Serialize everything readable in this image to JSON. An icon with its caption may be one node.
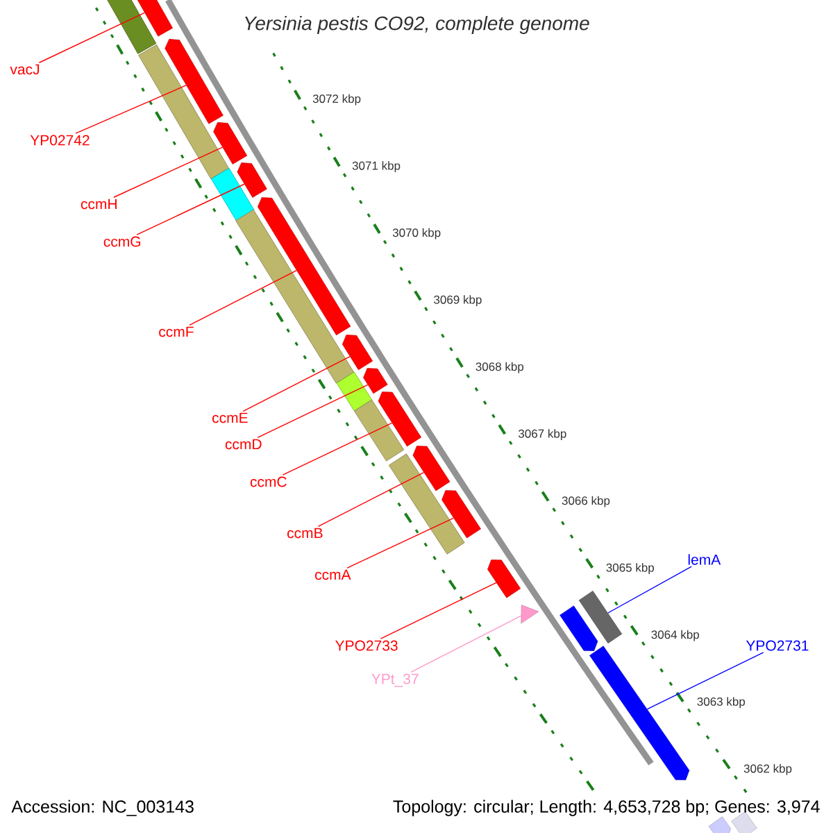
{
  "diagram": {
    "title": "Yersinia pestis CO92, complete genome",
    "nodes": [
      {
        "text": [
          "vacJ"
        ]
      },
      {
        "text": [
          "YP02742"
        ]
      },
      {
        "text": [
          "ccmH"
        ]
      },
      {
        "text": [
          "ccmG"
        ]
      },
      {
        "text": [
          "ccmF"
        ]
      },
      {
        "text": [
          "ccmE"
        ]
      },
      {
        "text": [
          "ccmD"
        ]
      },
      {
        "text": [
          "ccmC"
        ]
      },
      {
        "text": [
          "ccmB"
        ]
      },
      {
        "text": [
          "ccmA"
        ]
      },
      {
        "text": [
          "YPO2733"
        ]
      },
      {
        "text": [
          "YPt_37"
        ]
      },
      {
        "text": [
          "lemA"
        ]
      },
      {
        "text": [
          "YPO2731"
        ]
      },
      {
        "text": [],
        "shape": "arrow"
      },
      {
        "text": [],
        "shape": "arrow"
      },
      {
        "text": [],
        "shape": "arrow"
      },
      {
        "text": [],
        "shape": "arrow"
      },
      {
        "text": [],
        "shape": "arrow"
      },
      {
        "text": [],
        "shape": "arrow"
      },
      {
        "text": [],
        "shape": "arrow"
      },
      {
        "text": [],
        "shape": "arrow"
      },
      {
        "text": [],
        "shape": "arrow"
      },
      {
        "text": [],
        "shape": "arrow"
      },
      {
        "text": [],
        "shape": "arrow"
      },
      {
        "text": [],
        "shape": "triangle"
      },
      {
        "text": [],
        "shape": "box"
      },
      {
        "text": [],
        "shape": "arrow"
      },
      {
        "text": [],
        "shape": "arrow"
      },
      {
        "text": [],
        "shape": "arrow"
      },
      {
        "text": [],
        "shape": "box"
      }
    ],
    "edges": [
      {
        "from": 0,
        "to": 14,
        "arrow": "none"
      },
      {
        "from": 1,
        "to": 15,
        "arrow": "none"
      },
      {
        "from": 2,
        "to": 16,
        "arrow": "none"
      },
      {
        "from": 3,
        "to": 17,
        "arrow": "none"
      },
      {
        "from": 4,
        "to": 18,
        "arrow": "none"
      },
      {
        "from": 5,
        "to": 19,
        "arrow": "none"
      },
      {
        "from": 6,
        "to": 20,
        "arrow": "none"
      },
      {
        "from": 7,
        "to": 21,
        "arrow": "none"
      },
      {
        "from": 8,
        "to": 22,
        "arrow": "none"
      },
      {
        "from": 9,
        "to": 23,
        "arrow": "none"
      },
      {
        "from": 10,
        "to": 24,
        "arrow": "none"
      },
      {
        "from": 11,
        "to": 25,
        "arrow": "none",
        "color": "#ff99cc"
      },
      {
        "from": 12,
        "to": 26,
        "arrow": "none",
        "color": "#0000ff"
      },
      {
        "from": 13,
        "to": 28,
        "arrow": "none",
        "color": "#0000ff"
      }
    ],
    "labels": [
      "3072 kbp",
      "3071 kbp",
      "3070 kbp",
      "3069 kbp",
      "3068 kbp",
      "3067 kbp",
      "3066 kbp",
      "3065 kbp",
      "3064 kbp",
      "3063 kbp",
      "3062 kbp",
      "Accession: NC_003143",
      "Topology: circular; Length: 4,653,728 bp; Genes: 3,974"
    ]
  }
}
